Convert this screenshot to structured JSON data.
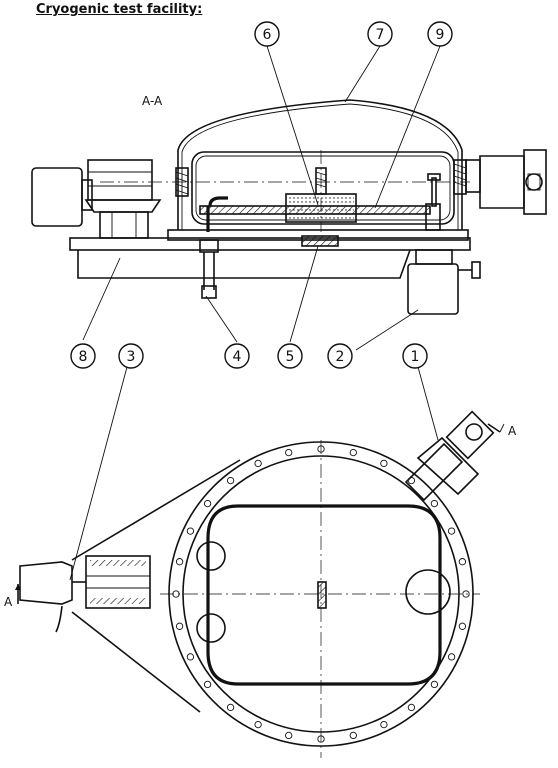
{
  "title": "Cryogenic test facility:",
  "section_label": "A-A",
  "section_mark_right": "A",
  "section_mark_left": "A",
  "callouts": [
    "1",
    "2",
    "3",
    "4",
    "5",
    "6",
    "7",
    "8",
    "9"
  ]
}
